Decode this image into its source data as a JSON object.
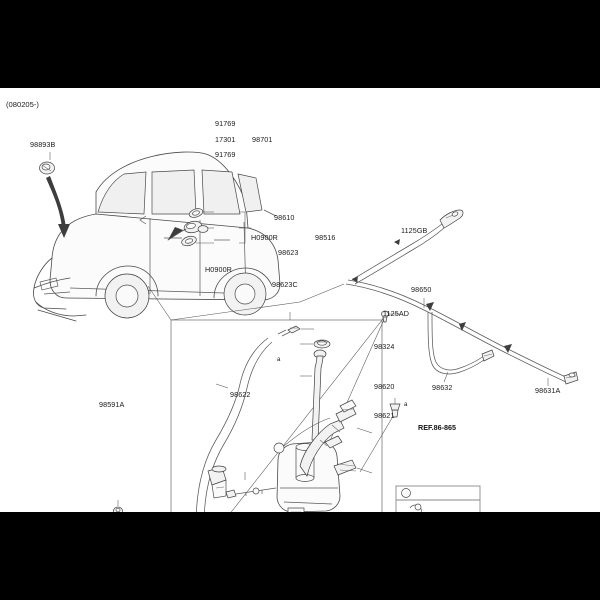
{
  "meta": {
    "title": "Windshield washer system parts diagram",
    "date_note": "(080205-)",
    "background": "#ffffff",
    "letterbox_color": "#000000",
    "line_color": "#4a4a4a",
    "text_color": "#1a1a1a"
  },
  "labels": {
    "nozzle_front": "98893B",
    "rear_nozzle_upper": "91769",
    "rear_nozzle_mid": "17301",
    "rear_nozzle_lower": "91769",
    "rear_nozzle_group": "98701",
    "main_assembly": "98610",
    "hose_clip_left": "H0900R",
    "hose_clip_upper": "H0900R",
    "cap_small": "98516",
    "cap_filler": "98623",
    "filler_neck": "98623C",
    "grommet_left": "98591A",
    "pump": "98622",
    "reservoir_group": "98620",
    "reservoir_tank": "98621",
    "filler_tube": "98324",
    "screw_upper": "1125GB",
    "screw_lower": "1125AD",
    "rear_hose_main": "98650",
    "rear_hose_branch": "98632",
    "rear_hose_end": "98631A",
    "ref_callout": "REF.86-865",
    "circle_marker": "a"
  }
}
